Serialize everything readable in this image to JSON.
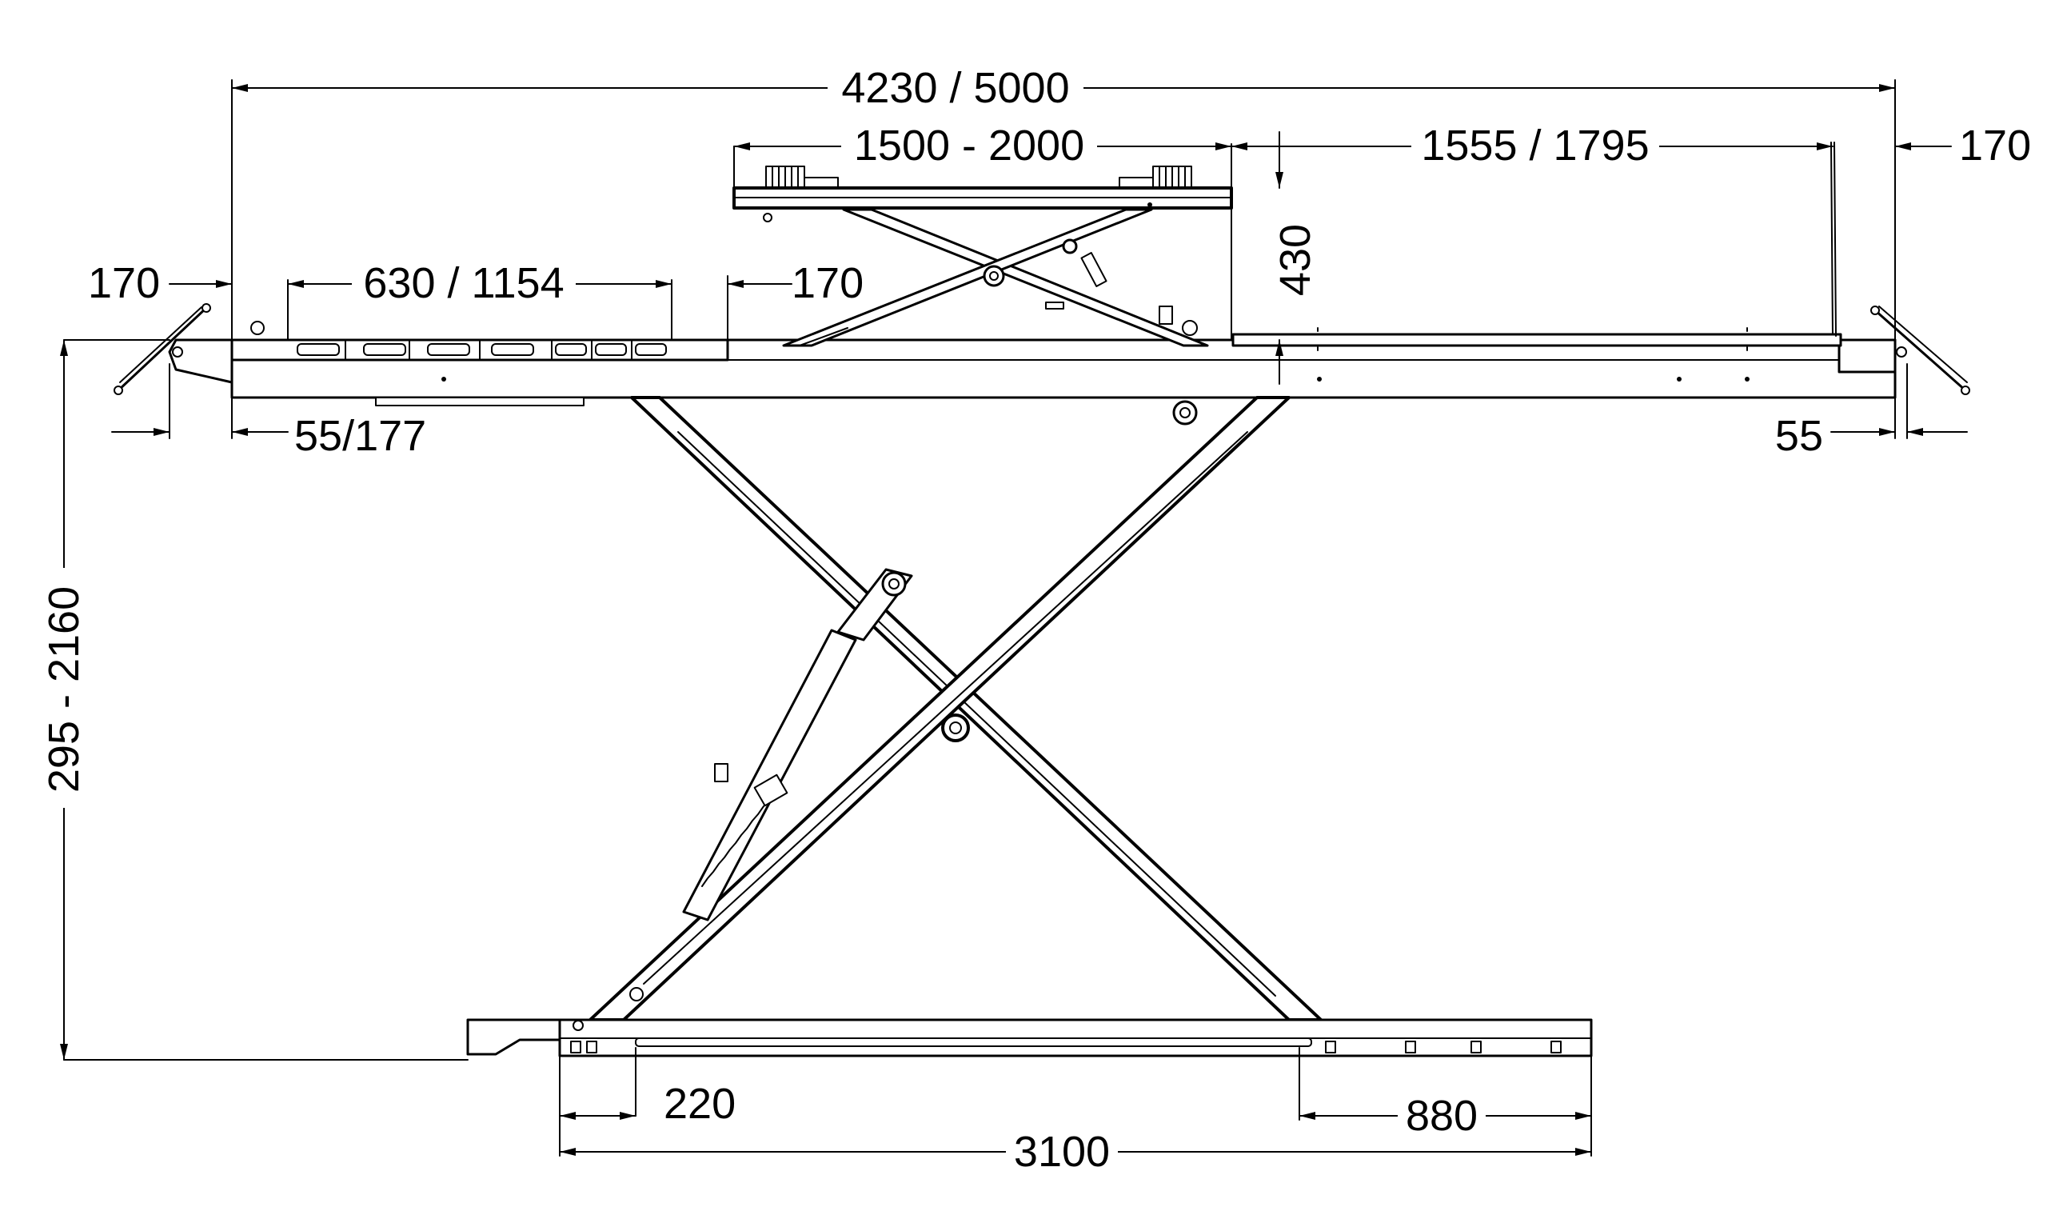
{
  "dimensions": {
    "overall_length": "4230 / 5000",
    "platform_width": "1500 - 2000",
    "extension_right": "1555 / 1795",
    "right_edge": "170",
    "left_edge": "170",
    "slot_range": "630 / 1154",
    "platform_offset": "170",
    "platform_height": "430",
    "left_overhang": "55/177",
    "right_overhang": "55",
    "lift_height": "295 - 2160",
    "base_left": "220",
    "base_right": "880",
    "base_length": "3100"
  },
  "colors": {
    "line": "#000000",
    "background": "#ffffff"
  }
}
